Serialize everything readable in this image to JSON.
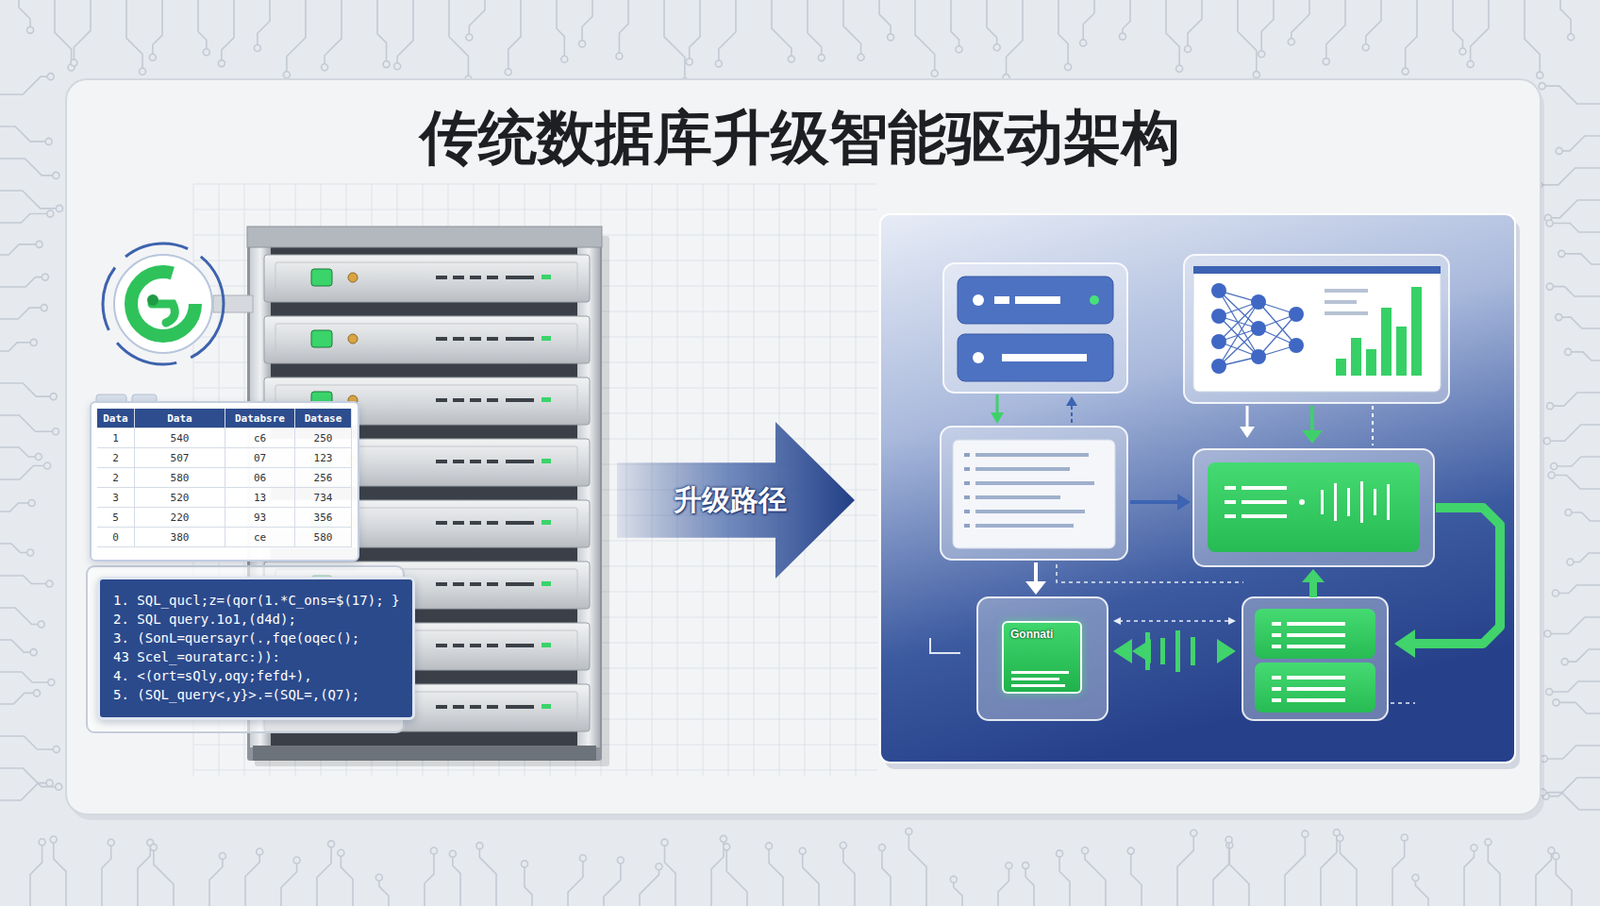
{
  "diagram": {
    "title": "传统数据库升级智能驱动架构",
    "nodes": [
      {
        "text": [
          "Data",
          "Data",
          "Databsre",
          "Datase",
          "1",
          "540",
          "c6",
          "250",
          "2",
          "507",
          "07",
          "123",
          "2",
          "580",
          "06",
          "256",
          "3",
          "520",
          "13",
          "734",
          "5",
          "220",
          "93",
          "356",
          "0",
          "380",
          "ce",
          "580"
        ]
      },
      {
        "text": [
          "1. SQL_qucl;z=(qor(1.*C_ons=$(17); }",
          "2. SQL query.1o1,(d4d);",
          "3. (SonL=quersayr(.,fqe(oqec();",
          "43 Scel_=ouratarc:)):",
          "4. <(ort=sQly,oqy;fefd+),",
          "5. (SQL_query<,y}>.=(SQL=,(Q7);"
        ]
      },
      {
        "text": [
          "升级路径"
        ]
      },
      {
        "text": [
          "Gonnati"
        ]
      }
    ]
  }
}
